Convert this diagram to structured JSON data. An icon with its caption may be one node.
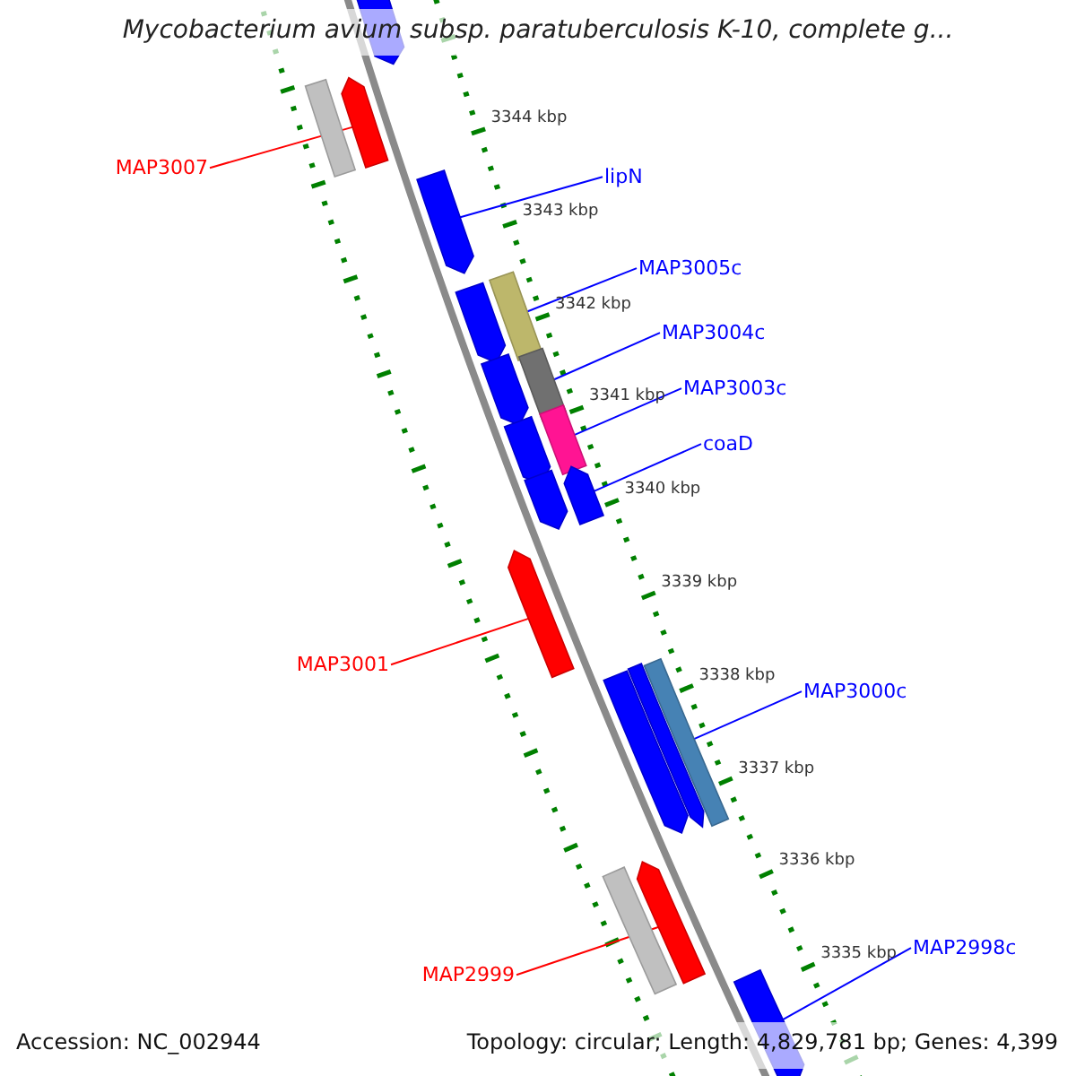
{
  "diagram": {
    "title": "Mycobacterium avium subsp. paratuberculosis K-10, complete g...",
    "nodes": [
      {
        "text": [
          "MAP3007"
        ]
      },
      {
        "text": [
          "lipN"
        ]
      },
      {
        "text": [
          "MAP3005c"
        ]
      },
      {
        "text": [
          "MAP3004c"
        ]
      },
      {
        "text": [
          "MAP3003c"
        ]
      },
      {
        "text": [
          "coaD"
        ]
      },
      {
        "text": [
          "MAP3001"
        ]
      },
      {
        "text": [
          "MAP3000c"
        ]
      },
      {
        "text": [
          "MAP2999"
        ]
      },
      {
        "text": [
          "MAP2998c"
        ]
      },
      {
        "text": [],
        "shape": "bar"
      },
      {
        "text": [],
        "shape": "bar"
      },
      {
        "text": [],
        "shape": "bar"
      },
      {
        "text": [],
        "shape": "bar"
      },
      {
        "text": [],
        "shape": "bar"
      },
      {
        "text": [],
        "shape": "bar"
      },
      {
        "text": [],
        "shape": "bar"
      },
      {
        "text": [],
        "shape": "bar"
      },
      {
        "text": [],
        "shape": "bar"
      },
      {
        "text": [],
        "shape": "bar"
      },
      {
        "text": [],
        "shape": "bar"
      },
      {
        "text": [],
        "shape": "bar"
      },
      {
        "text": [],
        "shape": "bar"
      },
      {
        "text": [],
        "shape": "bar"
      },
      {
        "text": [],
        "shape": "bar"
      },
      {
        "text": [],
        "shape": "bar"
      },
      {
        "text": [],
        "shape": "bar"
      },
      {
        "text": [],
        "shape": "bar"
      },
      {
        "text": [],
        "shape": "bar"
      }
    ],
    "edges": [
      {
        "from": 0,
        "to": 11,
        "arrow": "none",
        "color": "#ff0000"
      },
      {
        "from": 1,
        "to": 13,
        "arrow": "none"
      },
      {
        "from": 2,
        "to": 14,
        "arrow": "none"
      },
      {
        "from": 3,
        "to": 16,
        "arrow": "none"
      },
      {
        "from": 4,
        "to": 18,
        "arrow": "none"
      },
      {
        "from": 5,
        "to": 20,
        "arrow": "none"
      },
      {
        "from": 6,
        "to": 22,
        "arrow": "none",
        "color": "#ff0000"
      },
      {
        "from": 7,
        "to": 23,
        "arrow": "none"
      },
      {
        "from": 8,
        "to": 26,
        "arrow": "none",
        "color": "#ff0000"
      },
      {
        "from": 9,
        "to": 28,
        "arrow": "none"
      }
    ],
    "labels": [
      "3344 kbp",
      "3343 kbp",
      "3342 kbp",
      "3341 kbp",
      "3340 kbp",
      "3339 kbp",
      "3338 kbp",
      "3337 kbp",
      "3336 kbp",
      "3335 kbp",
      "Accession: NC_002944",
      "Topology: circular; Length: 4,829,781 bp; Genes: 4,399"
    ]
  }
}
